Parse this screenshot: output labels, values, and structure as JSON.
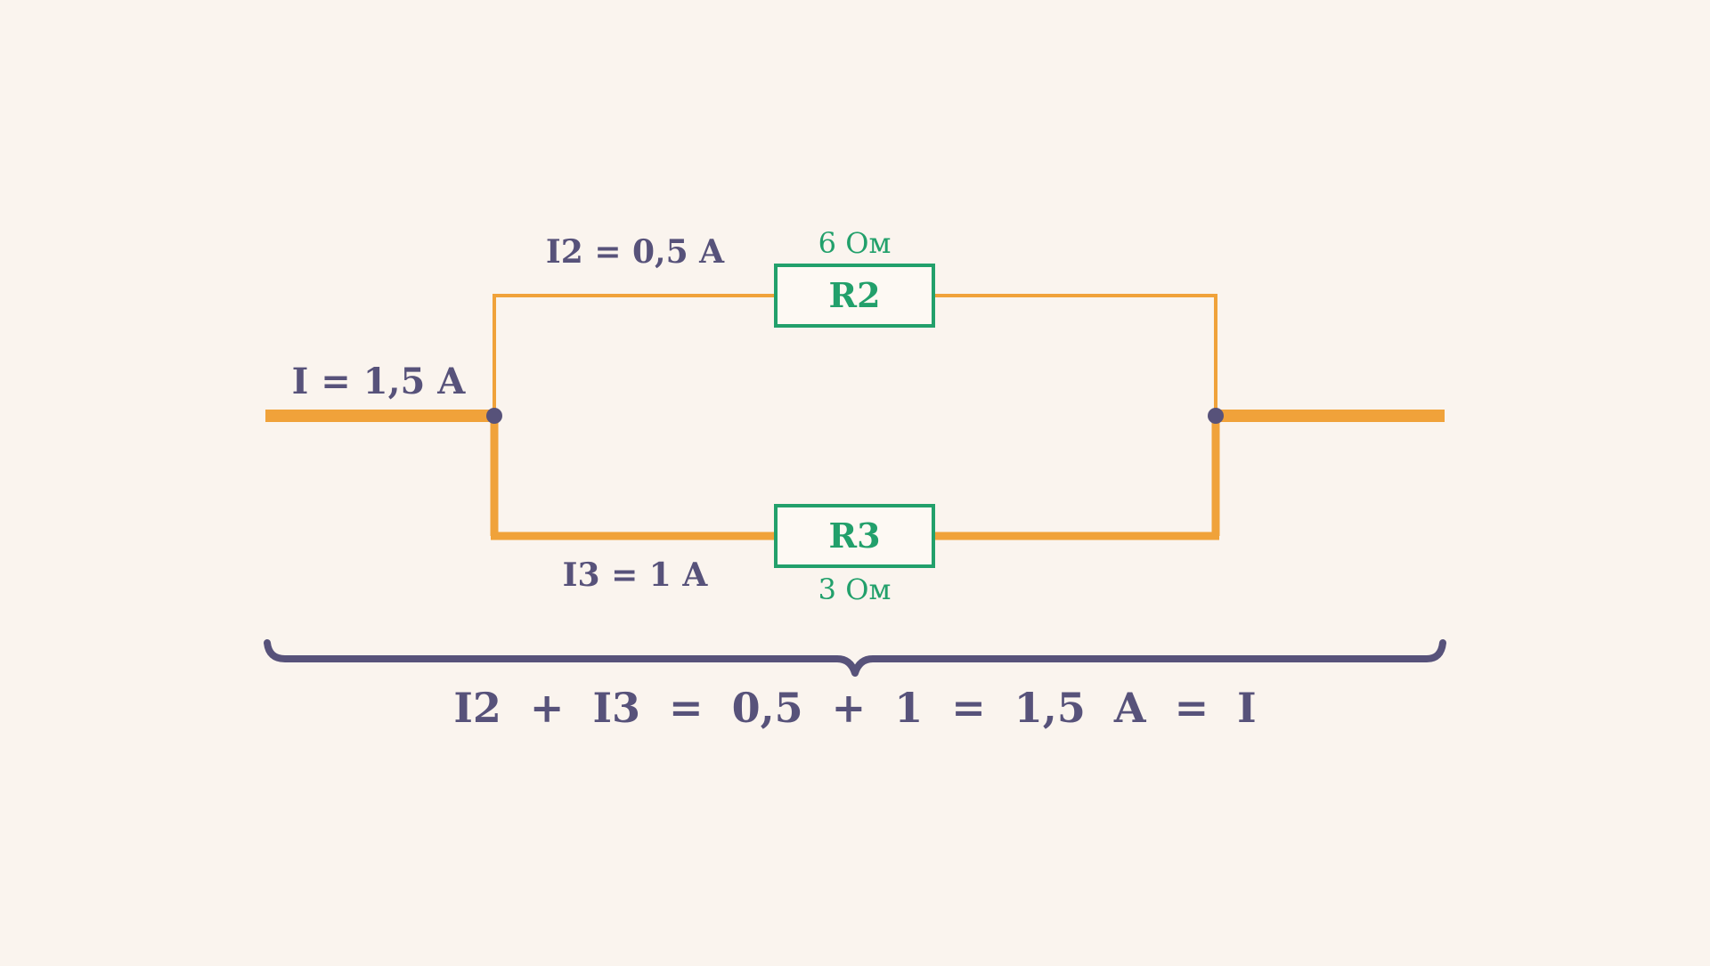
{
  "colors": {
    "background": "#faf4ee",
    "wire": "#f0a23a",
    "node": "#57527a",
    "text_dark": "#57527a",
    "resistor_border": "#22a06b",
    "resistor_fill": "#fdf9f3",
    "brace": "#57527a"
  },
  "labels": {
    "total_current": "I = 1,5 A",
    "branch_top_current": "I2 = 0,5 A",
    "branch_bottom_current": "I3 = 1 A",
    "equation": "I2  +  I3  =  0,5  +  1  =  1,5  A  =  I"
  },
  "resistors": {
    "top": {
      "name": "R2",
      "value": "6 Ом"
    },
    "bottom": {
      "name": "R3",
      "value": "3 Ом"
    }
  }
}
